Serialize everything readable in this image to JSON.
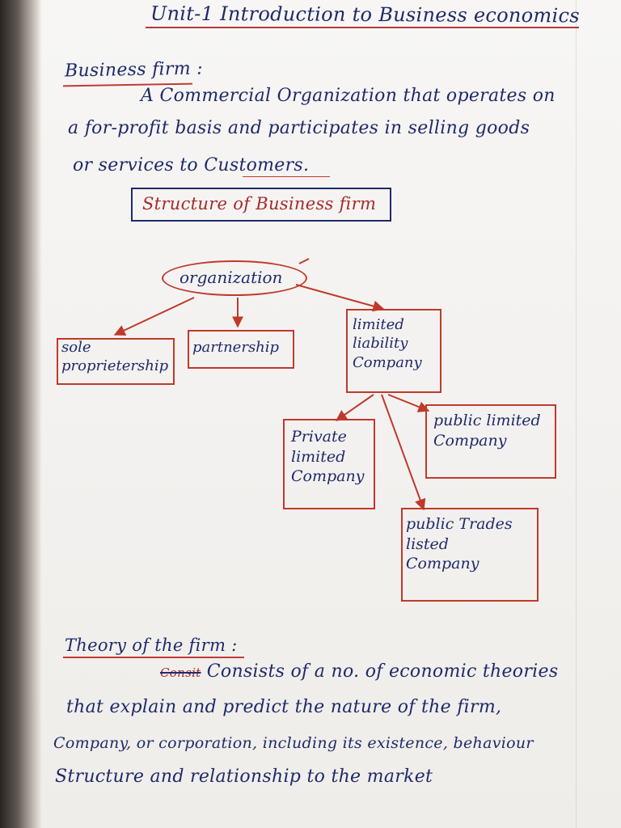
{
  "title": "Unit-1 Introduction to Business economics",
  "business_firm": {
    "heading": "Business firm :",
    "lines": [
      "A Commercial Organization that operates on",
      "a for-profit basis and participates in selling goods",
      "or services to Customers."
    ]
  },
  "structure": {
    "heading": "Structure of Business firm",
    "root": "organization",
    "nodes": {
      "sole": "sole\nproprietership",
      "partnership": "partnership",
      "llc": "limited\nliability\nCompany",
      "private": "Private\nlimited\nCompany",
      "public_limited": "public limited\nCompany",
      "public_traded": "public Trades\nlisted\nCompany"
    }
  },
  "theory": {
    "heading": "Theory of the firm :",
    "struck_word": "Consit",
    "lines": [
      "Consists of a no. of economic theories",
      "that explain and predict the nature of the firm,",
      "Company, or corporation, including its existence, behaviour",
      "Structure and relationship to the market"
    ]
  },
  "colors": {
    "ink_blue": "#1f2a6b",
    "ink_red": "#c0392b"
  }
}
